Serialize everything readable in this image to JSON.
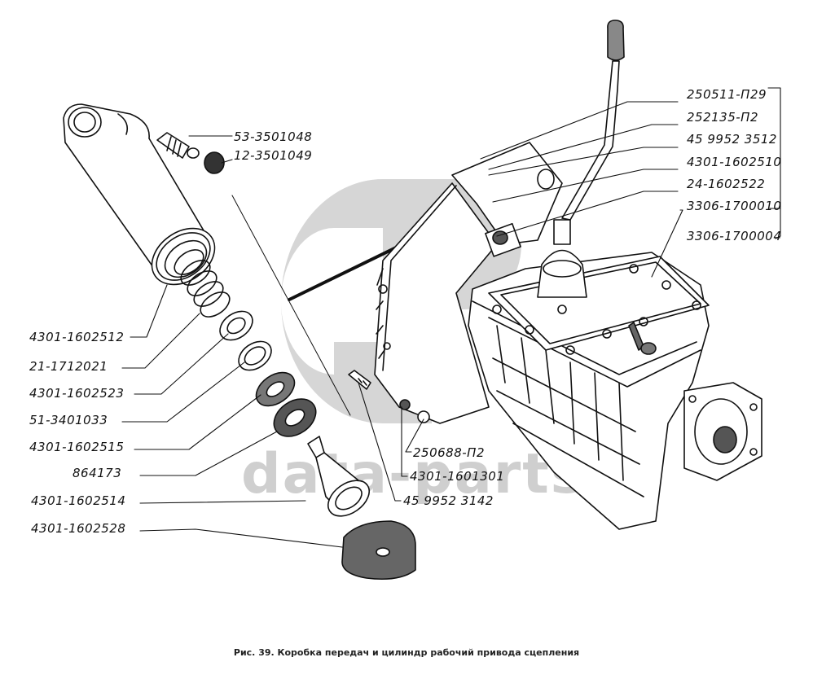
{
  "figure": {
    "caption": "Рис. 39. Коробка передач и цилиндр рабочий привода сцепления",
    "watermark": {
      "logo": "GP",
      "text": "data-parts",
      "color": "#cfcfcf"
    },
    "line_color": "#111111",
    "labels": {
      "left": [
        "4301-1602512",
        "21-1712021",
        "4301-1602523",
        "51-3401033",
        "4301-1602515",
        "864173",
        "4301-1602514",
        "4301-1602528"
      ],
      "top_small": [
        "53-3501048",
        "12-3501049"
      ],
      "right": [
        "250511-П29",
        "252135-П2",
        "45 9952 3512",
        "4301-1602510",
        "24-1602522",
        "3306-1700010"
      ],
      "right_group": "3306-1700004",
      "bottom_center": [
        "250688-П2",
        "4301-1601301",
        "45 9952 3142"
      ]
    }
  }
}
